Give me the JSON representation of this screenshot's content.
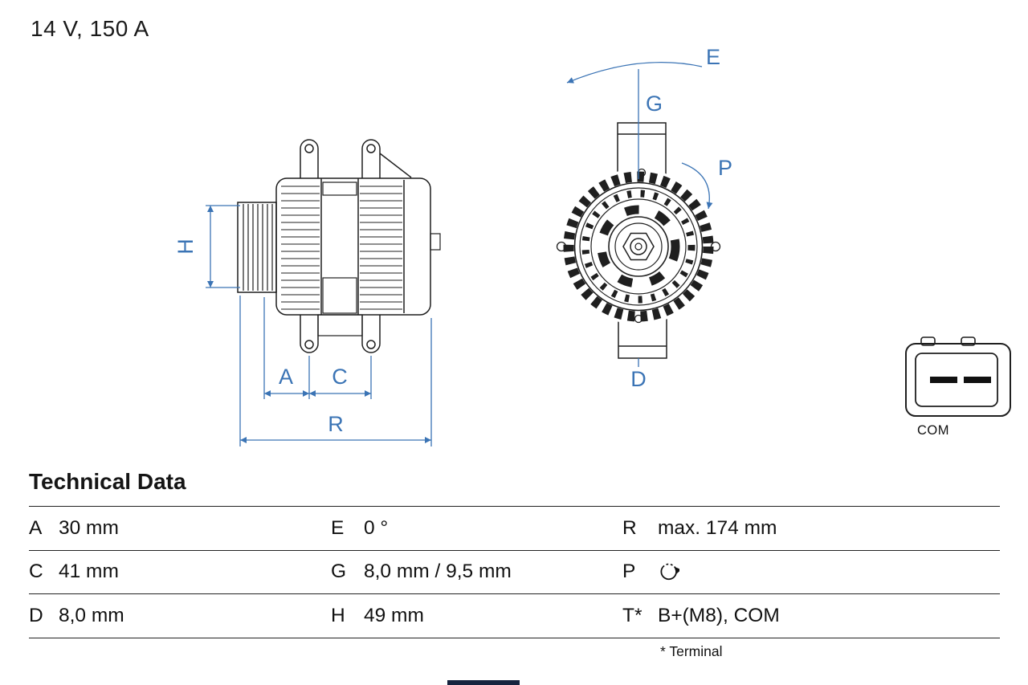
{
  "page": {
    "title": "14 V, 150 A"
  },
  "diagram": {
    "side_view": {
      "labels": {
        "h": "H",
        "a": "A",
        "c": "C",
        "r": "R"
      }
    },
    "front_view": {
      "labels": {
        "e": "E",
        "g": "G",
        "p": "P",
        "d": "D"
      }
    },
    "connector": {
      "label": "COM"
    },
    "colors": {
      "annotation_blue": "#3b74b5",
      "line_dark": "#1f1f1f"
    }
  },
  "technical_data": {
    "heading": "Technical Data",
    "rows": [
      {
        "cells": [
          {
            "key": "A",
            "value": "30 mm"
          },
          {
            "key": "E",
            "value": "0 °"
          },
          {
            "key": "R",
            "value": "max. 174 mm"
          }
        ]
      },
      {
        "cells": [
          {
            "key": "C",
            "value": "41 mm"
          },
          {
            "key": "G",
            "value": "8,0 mm / 9,5 mm"
          },
          {
            "key": "P",
            "value": "",
            "icon": "rotation-direction-arrow"
          }
        ]
      },
      {
        "cells": [
          {
            "key": "D",
            "value": "8,0 mm"
          },
          {
            "key": "H",
            "value": "49 mm"
          },
          {
            "key": "T*",
            "value": "B+(M8), COM"
          }
        ]
      }
    ],
    "footnote": "* Terminal"
  }
}
